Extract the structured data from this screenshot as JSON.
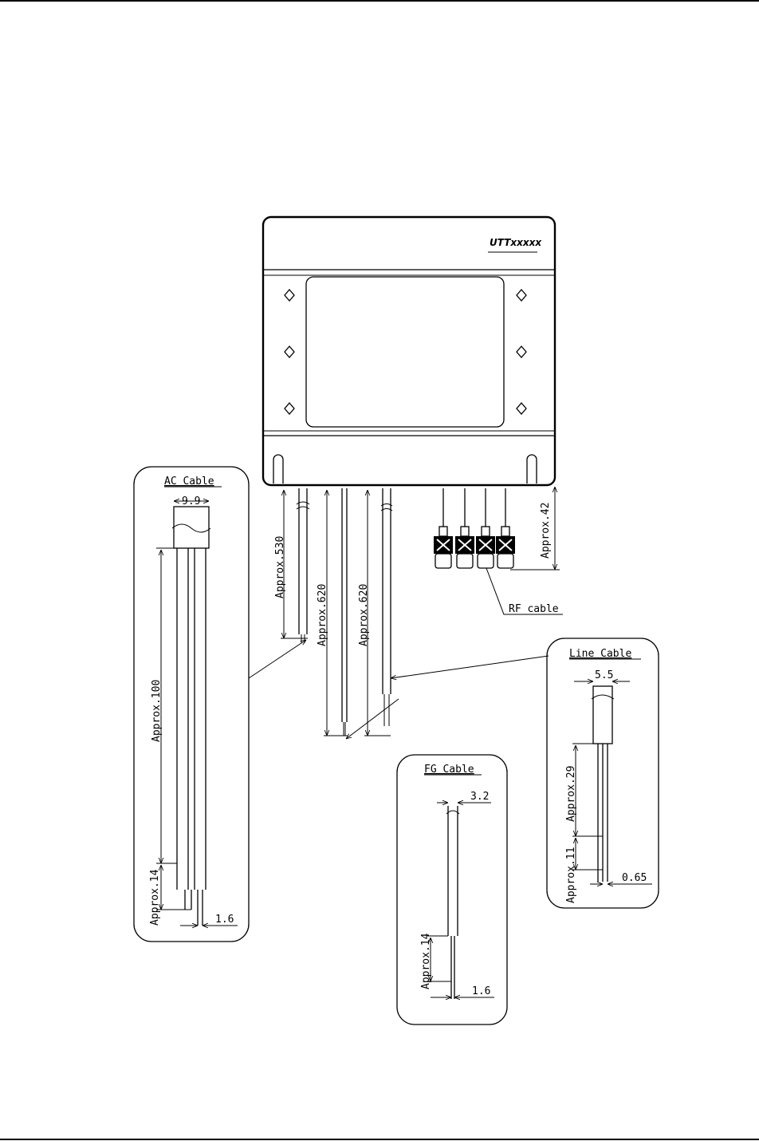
{
  "device": {
    "logo": "UTTxxxxx"
  },
  "ac_cable": {
    "label": "AC Cable",
    "width": "9.9",
    "length": "Approx.100",
    "strip": "Approx.14",
    "conductor": "1.6"
  },
  "fg_cable": {
    "label": "FG Cable",
    "width": "3.2",
    "strip": "Approx.14",
    "conductor": "1.6"
  },
  "line_cable": {
    "label": "Line Cable",
    "width": "5.5",
    "length": "Approx.29",
    "strip": "Approx.11",
    "conductor": "0.65"
  },
  "rf_cable": {
    "label": "RF cable",
    "length": "Approx.42"
  },
  "cable_lengths": {
    "ac": "Approx.530",
    "fg": "Approx.620",
    "line": "Approx.620"
  }
}
